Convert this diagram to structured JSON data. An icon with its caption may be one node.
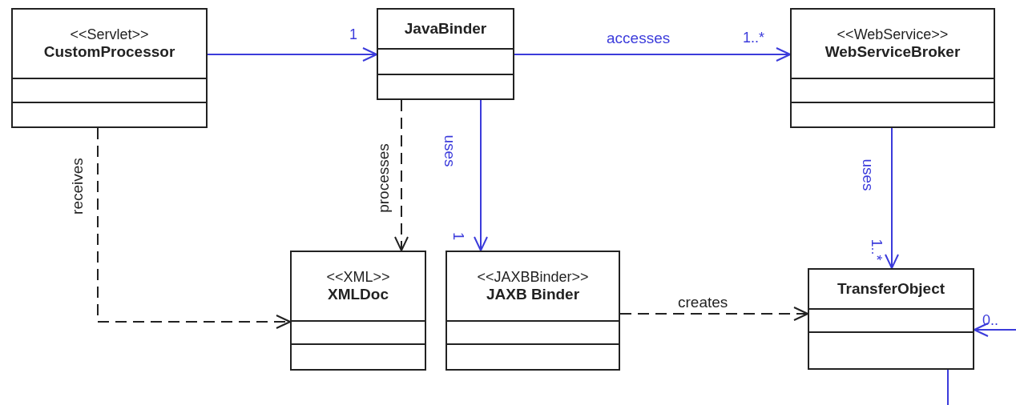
{
  "diagram": {
    "nodes": [
      {
        "text": [
          "<<Servlet>>",
          "CustomProcessor"
        ]
      },
      {
        "text": [
          "JavaBinder"
        ]
      },
      {
        "text": [
          "<<WebService>>",
          "WebServiceBroker"
        ]
      },
      {
        "text": [
          "<<XML>>",
          "XMLDoc"
        ]
      },
      {
        "text": [
          "<<JAXBBinder>>",
          "JAXB Binder"
        ]
      },
      {
        "text": [
          "TransferObject"
        ]
      }
    ],
    "edges": [
      {
        "from": 0,
        "to": 1,
        "arrow": "to"
      },
      {
        "from": 1,
        "to": 2,
        "arrow": "to",
        "label": "accesses"
      },
      {
        "from": 1,
        "to": 3,
        "arrow": "to",
        "label": "processes",
        "style": "dashed",
        "color": "#222222"
      },
      {
        "from": 1,
        "to": 4,
        "arrow": "to",
        "label": "uses"
      },
      {
        "from": 2,
        "to": 5,
        "arrow": "to",
        "label": "uses"
      },
      {
        "from": 0,
        "to": 3,
        "arrow": "to",
        "label": "receives",
        "style": "dashed",
        "color": "#222222"
      },
      {
        "from": 4,
        "to": 5,
        "arrow": "to",
        "label": "creates",
        "style": "dashed",
        "color": "#222222"
      },
      {
        "from": 5,
        "to": 5,
        "arrow": "to"
      }
    ],
    "labels": [
      "1",
      "1..*",
      "1",
      "1..*",
      "0.."
    ]
  }
}
